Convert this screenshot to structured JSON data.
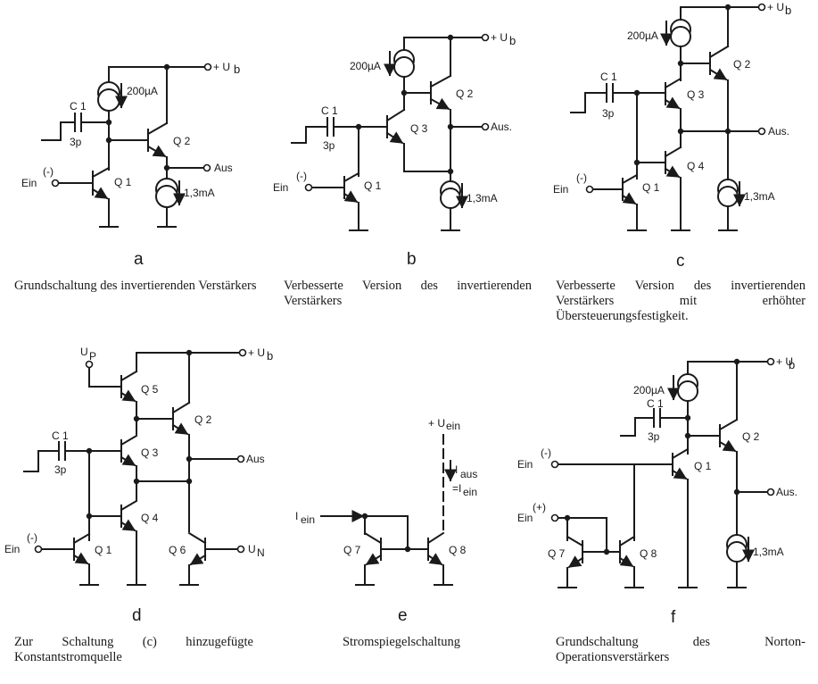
{
  "circuits": {
    "a": {
      "letter": "a",
      "caption": "Grundschaltung des invertierenden Verstärkers",
      "labels": {
        "vplus": "+ U",
        "vsub": "b",
        "i_src": "200µA",
        "c1": "C 1",
        "c1v": "3p",
        "q2": "Q 2",
        "q1": "Q 1",
        "aus": "Aus",
        "ein": "Ein",
        "neg": "(-)",
        "i_out": "1,3mA"
      }
    },
    "b": {
      "letter": "b",
      "caption": "Verbesserte Version des invertierenden Verstärkers",
      "labels": {
        "vplus": "+ U",
        "vsub": "b",
        "i_src": "200µA",
        "c1": "C 1",
        "c1v": "3p",
        "q3": "Q 3",
        "q2": "Q 2",
        "q1": "Q 1",
        "aus": "Aus.",
        "ein": "Ein",
        "neg": "(-)",
        "i_out": "1,3mA"
      }
    },
    "c": {
      "letter": "c",
      "caption": "Verbesserte Version des invertierenden Verstärkers mit erhöhter Übersteuerungsfestigkeit.",
      "labels": {
        "vplus": "+ U",
        "vsub": "b",
        "i_src": "200µA",
        "c1": "C 1",
        "c1v": "3p",
        "q2": "Q 2",
        "q3": "Q 3",
        "q4": "Q 4",
        "q1": "Q 1",
        "aus": "Aus.",
        "ein": "Ein",
        "neg": "(-)",
        "i_out": "1,3mA"
      }
    },
    "d": {
      "letter": "d",
      "caption": "Zur Schaltung (c) hinzugefügte Konstantstromquelle",
      "labels": {
        "up": "U",
        "upsub": "P",
        "vplus": "+ U",
        "vsub": "b",
        "c1": "C 1",
        "c1v": "3p",
        "q5": "Q 5",
        "q2": "Q 2",
        "q3": "Q 3",
        "q4": "Q 4",
        "q1": "Q 1",
        "q6": "Q 6",
        "aus": "Aus",
        "ein": "Ein",
        "neg": "(-)",
        "un": "U",
        "unsub": "N"
      }
    },
    "e": {
      "letter": "e",
      "caption": "Stromspiegelschaltung",
      "labels": {
        "vplus": "+ U",
        "vsub": "ein",
        "iein": "I",
        "ieinsub": "ein",
        "iaus": "I",
        "iaussub": "aus",
        "eq": "=I",
        "eqsub": "ein",
        "q7": "Q 7",
        "q8": "Q 8"
      }
    },
    "f": {
      "letter": "f",
      "caption": "Grundschaltung des Norton-Operationsverstärkers",
      "labels": {
        "vplus": "+ U",
        "vsub": "b",
        "i_src": "200µA",
        "c1": "C 1",
        "c1v": "3p",
        "q2": "Q 2",
        "q1": "Q 1",
        "q7": "Q 7",
        "q8": "Q 8",
        "aus": "Aus.",
        "ein1": "Ein",
        "neg": "(-)",
        "ein2": "Ein",
        "pos": "(+)",
        "i_out": "1,3mA"
      }
    }
  }
}
